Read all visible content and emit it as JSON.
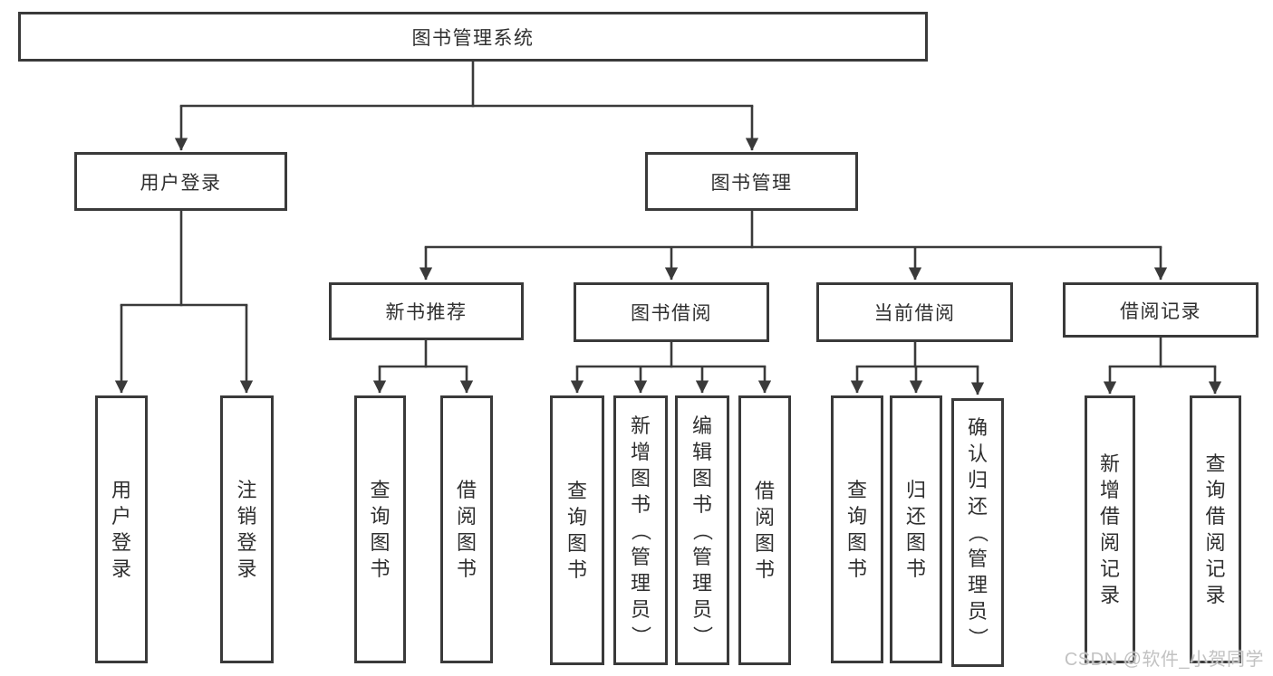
{
  "diagram_title": "图书管理系统",
  "nodes": {
    "root": "图书管理系统",
    "user_login": "用户登录",
    "book_mgmt": "图书管理",
    "ul_login": "用户登录",
    "ul_logout": "注销登录",
    "new_books": "新书推荐",
    "book_borrow": "图书借阅",
    "current_borrow": "当前借阅",
    "borrow_records": "借阅记录",
    "nb_query": "查询图书",
    "nb_borrow": "借阅图书",
    "bb_query": "查询图书",
    "bb_add": "新增图书（管理员）",
    "bb_edit": "编辑图书（管理员）",
    "bb_borrow": "借阅图书",
    "cb_query": "查询图书",
    "cb_return": "归还图书",
    "cb_confirm": "确认归还（管理员）",
    "br_add": "新增借阅记录",
    "br_query": "查询借阅记录"
  },
  "watermark": "CSDN @软件_小贺同学",
  "colors": {
    "line": "#3a3a3a",
    "text": "#2f2f2f",
    "background": "#ffffff",
    "watermark": "#c2c2c2"
  }
}
